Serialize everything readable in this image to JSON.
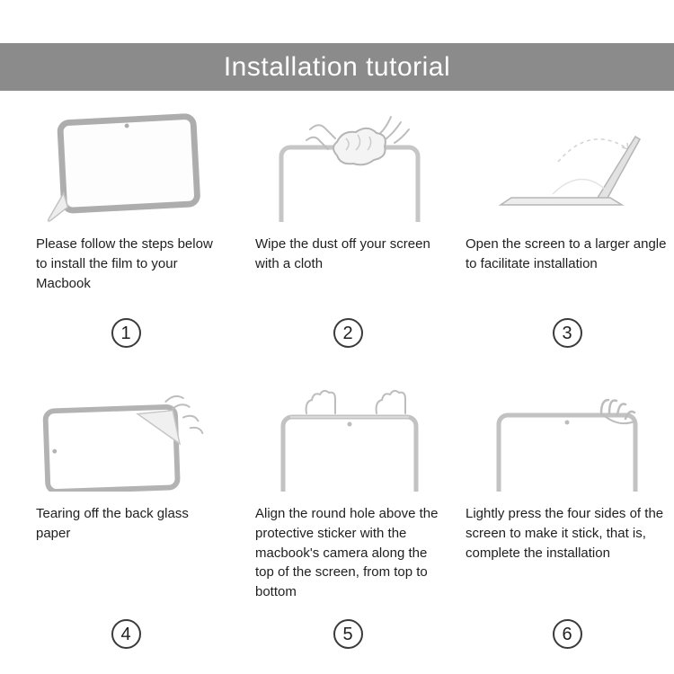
{
  "header": {
    "title": "Installation tutorial",
    "bg_color": "#8b8b8b",
    "text_color": "#ffffff"
  },
  "steps": [
    {
      "number": "1",
      "caption": "Please follow the steps below to install the film to your Macbook",
      "illustration": "macbook-film-peel-icon"
    },
    {
      "number": "2",
      "caption": "Wipe the dust off your screen with a cloth",
      "illustration": "wipe-screen-cloth-icon"
    },
    {
      "number": "3",
      "caption": "Open the screen to a larger angle to facilitate installation",
      "illustration": "open-laptop-angle-icon"
    },
    {
      "number": "4",
      "caption": "Tearing off the back glass paper",
      "illustration": "tear-back-paper-icon"
    },
    {
      "number": "5",
      "caption": "Align the round hole above the protective sticker with the macbook's camera along the top of the screen, from top to bottom",
      "illustration": "align-camera-hole-icon"
    },
    {
      "number": "6",
      "caption": "Lightly press the four sides of the screen to make it stick, that is, complete the installation",
      "illustration": "press-four-sides-icon"
    }
  ]
}
